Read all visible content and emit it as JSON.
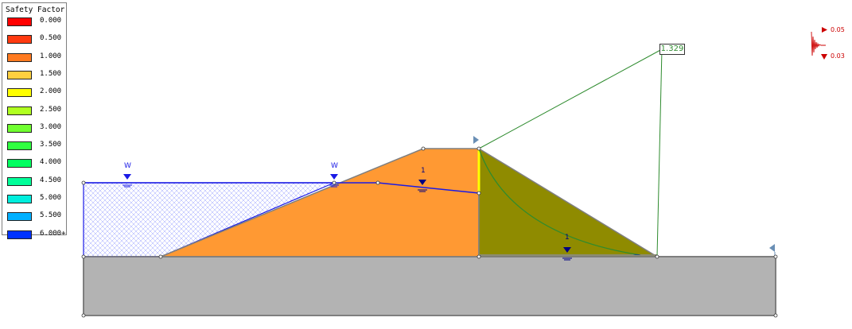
{
  "legend": {
    "title": "Safety Factor",
    "items": [
      {
        "label": "0.000",
        "color": "#ff0000"
      },
      {
        "label": "0.500",
        "color": "#ff3a10"
      },
      {
        "label": "1.000",
        "color": "#ff7a20"
      },
      {
        "label": "1.500",
        "color": "#ffd040"
      },
      {
        "label": "2.000",
        "color": "#ffff00"
      },
      {
        "label": "2.500",
        "color": "#b0ff20"
      },
      {
        "label": "3.000",
        "color": "#70ff30"
      },
      {
        "label": "3.500",
        "color": "#30ff40"
      },
      {
        "label": "4.000",
        "color": "#00ff60"
      },
      {
        "label": "4.500",
        "color": "#00ff99"
      },
      {
        "label": "5.000",
        "color": "#00eedd"
      },
      {
        "label": "5.500",
        "color": "#00b0ff"
      },
      {
        "label": "6.000+",
        "color": "#0033ff"
      }
    ]
  },
  "model": {
    "safety_factor": "1.329",
    "water_table_labels": [
      "W",
      "W"
    ],
    "piezo_labels": [
      "1",
      "1"
    ],
    "seismic": {
      "horizontal": "0.05",
      "vertical": "0.03"
    }
  },
  "colors": {
    "soil_orange": "#ff9933",
    "failure_mass": "#8f8b00",
    "foundation": "#b3b3b3",
    "water": "#1a1ae6",
    "slip_line": "#2e8b2e"
  }
}
